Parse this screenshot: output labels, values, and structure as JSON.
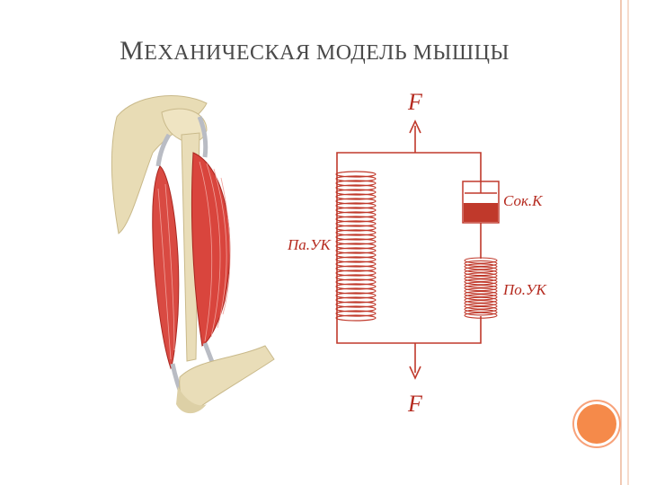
{
  "slide": {
    "title_first": "М",
    "title_rest": "ЕХАНИЧЕСКАЯ МОДЕЛЬ МЫШЦЫ",
    "accent_color": "#f58a4a"
  },
  "diagram": {
    "force_top": "F",
    "force_bottom": "F",
    "parallel_element": "Па.УК",
    "contractile_element": "Сок.К",
    "series_element": "По.УК",
    "line_color": "#c0392b"
  },
  "illustration": {
    "subject": "arm-muscle-anatomy"
  }
}
